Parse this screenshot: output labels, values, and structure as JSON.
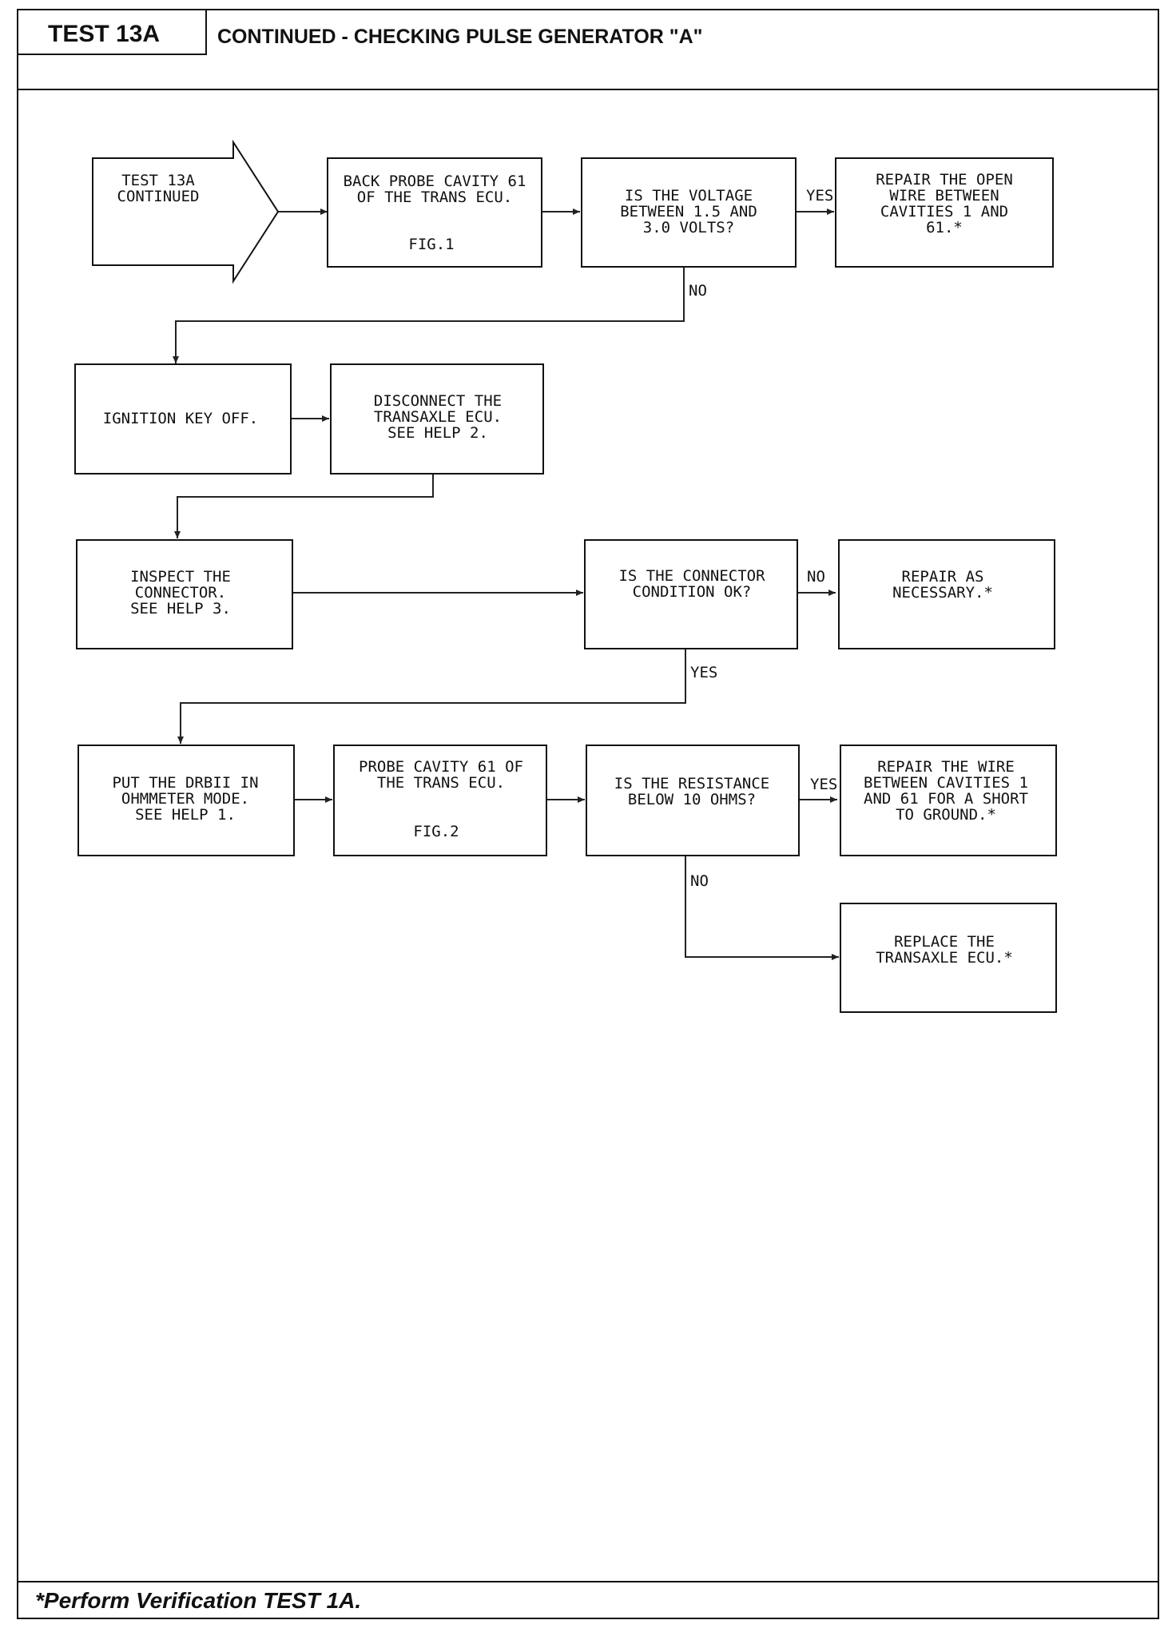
{
  "header": {
    "test_label": "TEST 13A",
    "title": "CONTINUED - CHECKING PULSE GENERATOR \"A\""
  },
  "flowchart": {
    "start": [
      "TEST 13A",
      "CONTINUED"
    ],
    "back_probe": [
      "BACK PROBE CAVITY 61",
      "OF THE TRANS ECU."
    ],
    "back_probe_fig": "FIG.1",
    "voltage_q": [
      "IS THE VOLTAGE",
      "BETWEEN 1.5 AND",
      "3.0 VOLTS?"
    ],
    "repair_open": [
      "REPAIR THE OPEN",
      "WIRE BETWEEN",
      "CAVITIES 1 AND",
      "61.*"
    ],
    "ignition_off": [
      "IGNITION KEY OFF."
    ],
    "disconnect": [
      "DISCONNECT THE",
      "TRANSAXLE ECU.",
      "SEE HELP 2."
    ],
    "inspect": [
      "INSPECT THE",
      "CONNECTOR.",
      "SEE HELP 3."
    ],
    "connector_q": [
      "IS THE CONNECTOR",
      "CONDITION OK?"
    ],
    "repair_necessary": [
      "REPAIR AS",
      "NECESSARY.*"
    ],
    "put_drb": [
      "PUT THE DRBII IN",
      "OHMMETER MODE.",
      "SEE HELP 1."
    ],
    "probe": [
      "PROBE CAVITY 61 OF",
      "THE TRANS ECU."
    ],
    "probe_fig": "FIG.2",
    "resistance_q": [
      "IS THE RESISTANCE",
      "BELOW 10 OHMS?"
    ],
    "repair_short": [
      "REPAIR THE WIRE",
      "BETWEEN CAVITIES 1",
      "AND 61 FOR A SHORT",
      "TO GROUND.*"
    ],
    "replace_ecu": [
      "REPLACE THE",
      "TRANSAXLE ECU.*"
    ],
    "labels": {
      "yes_voltage": "YES",
      "no_voltage": "NO",
      "no_connector": "NO",
      "yes_connector": "YES",
      "yes_resistance": "YES",
      "no_resistance": "NO"
    }
  },
  "footer": {
    "note": "*Perform Verification TEST 1A."
  }
}
